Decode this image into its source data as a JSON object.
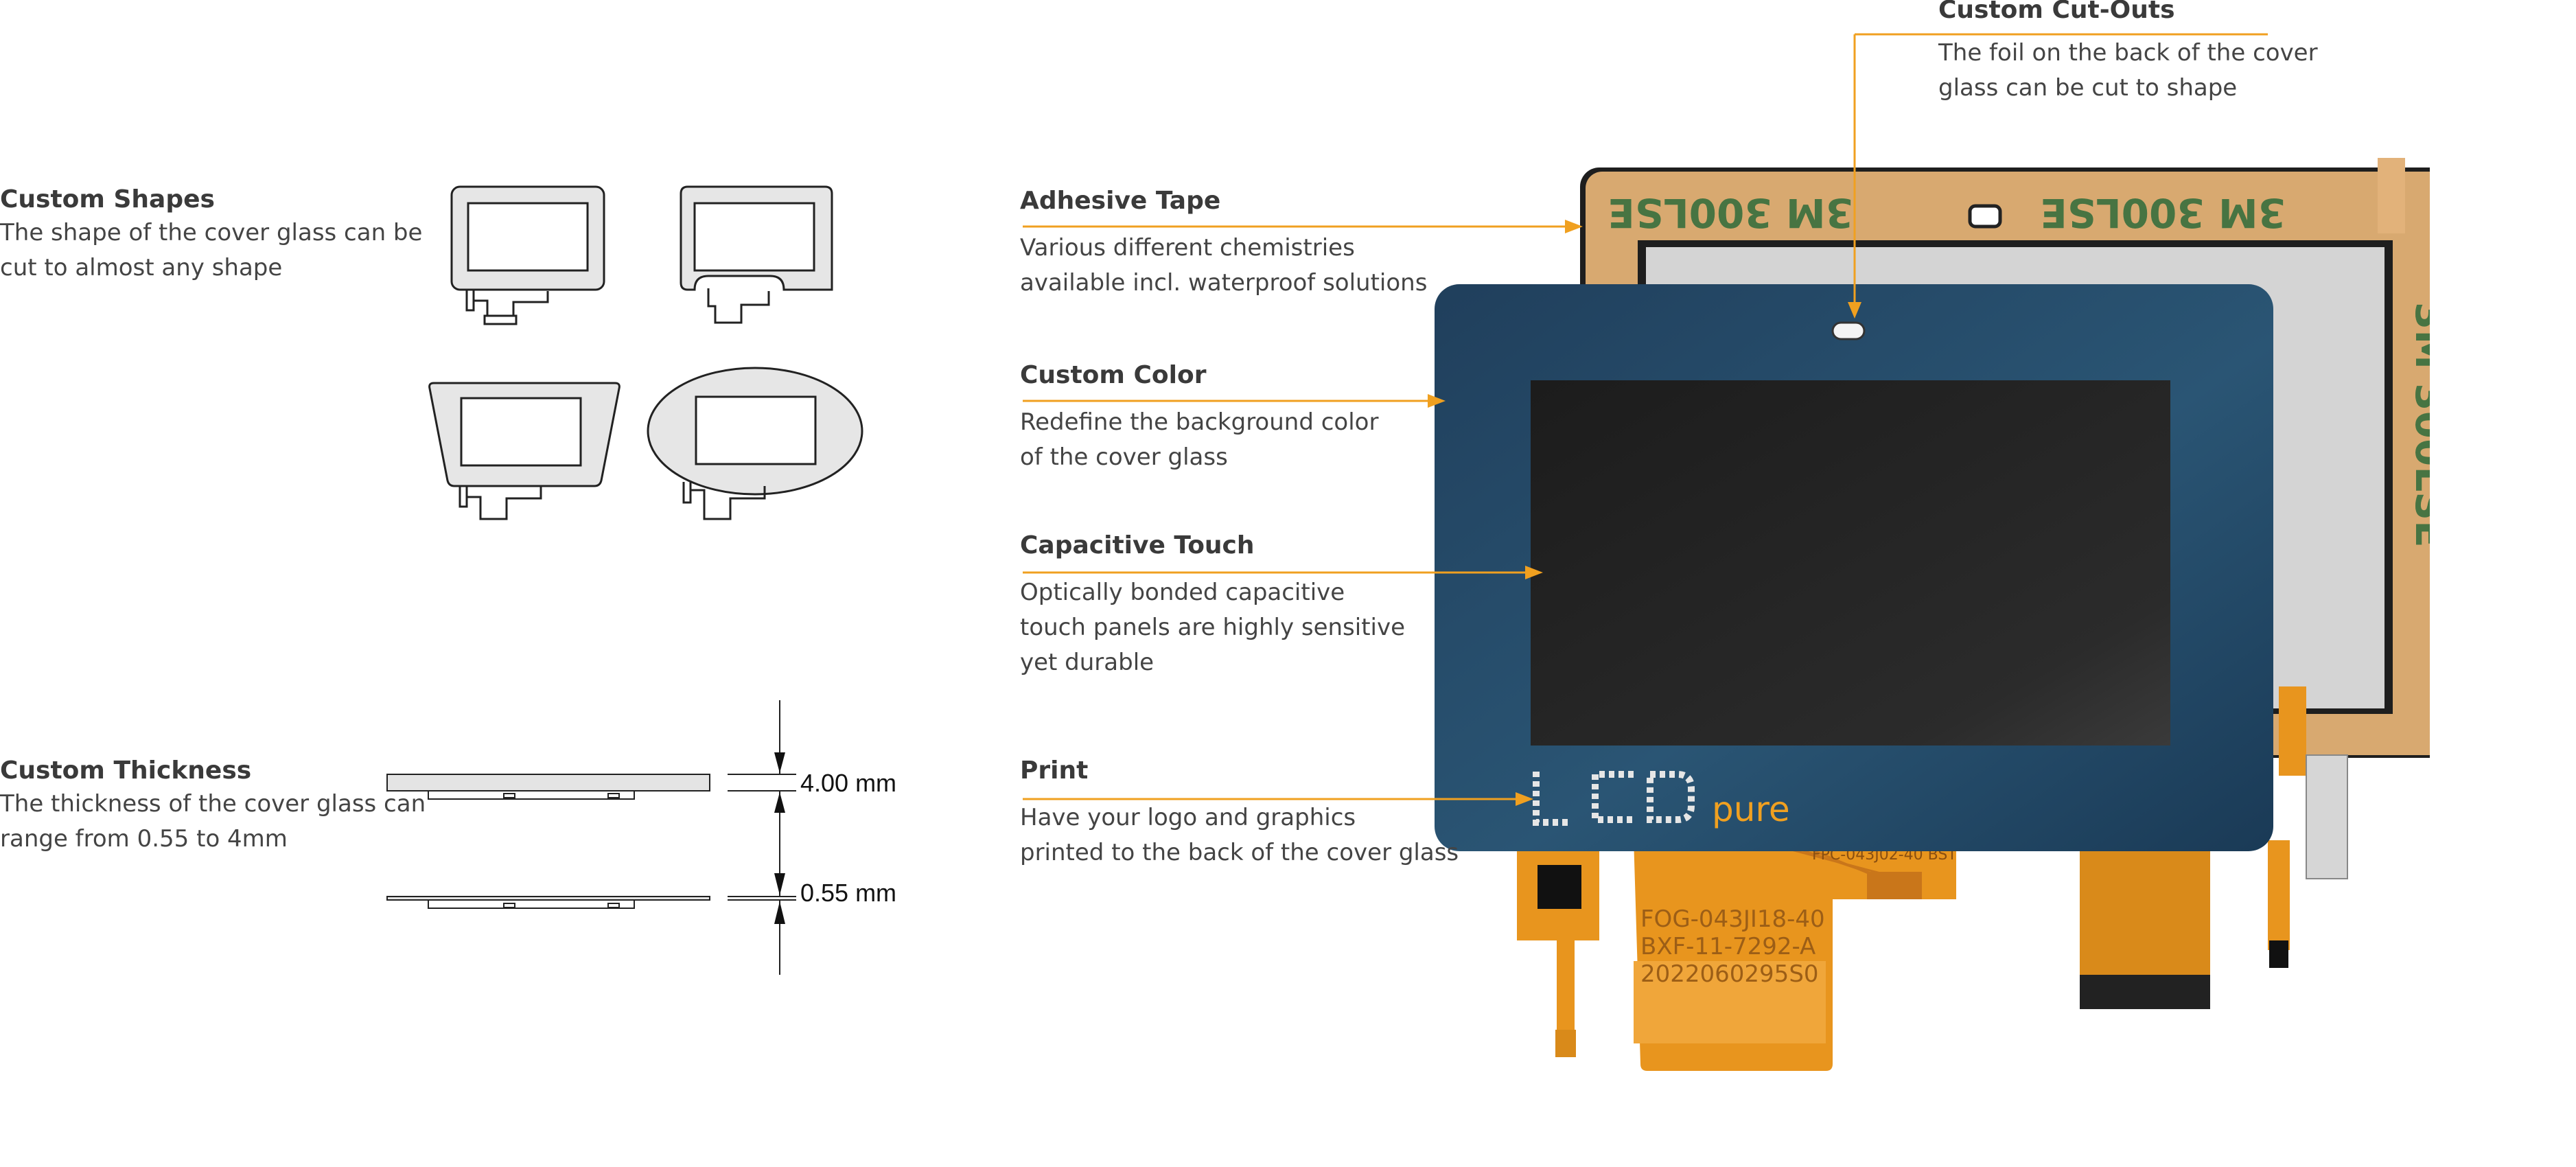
{
  "colors": {
    "accent": "#f0a020",
    "cover_glass": "#1c3e5a",
    "text": "#3a3a3a",
    "flex": "#e8951e"
  },
  "left": {
    "custom_shapes": {
      "title": "Custom Shapes",
      "desc": "The shape of the cover glass can be\ncut to almost any shape"
    },
    "custom_thickness": {
      "title": "Custom Thickness",
      "desc": "The thickness of the cover glass can\nrange from 0.55 to 4mm",
      "thick_label": "4.00 mm",
      "thin_label": "0.55 mm"
    }
  },
  "callouts": {
    "cut_outs": {
      "title": "Custom Cut-Outs",
      "desc": "The foil on the back of the cover\nglass can be cut to shape"
    },
    "adhesive": {
      "title": "Adhesive Tape",
      "desc": "Various different chemistries\navailable incl. waterproof solutions"
    },
    "color": {
      "title": "Custom Color",
      "desc": "Redefine the background color\nof the cover glass"
    },
    "touch": {
      "title": "Capacitive Touch",
      "desc": "Optically bonded capacitive\ntouch panels are highly sensitive\nyet durable"
    },
    "print": {
      "title": "Print",
      "desc": "Have your logo and graphics\nprinted to the back of the cover glass"
    }
  },
  "product": {
    "logo_lcd": "LCD",
    "logo_pure": "pure",
    "tape_text": "3M 300LSE",
    "fpc_small": "FPC-043J02-40 BST",
    "fpc_line1": "FOG-043JI18-40",
    "fpc_line2": "BXF-11-7292-A",
    "fpc_line3": "2022060295S0"
  }
}
